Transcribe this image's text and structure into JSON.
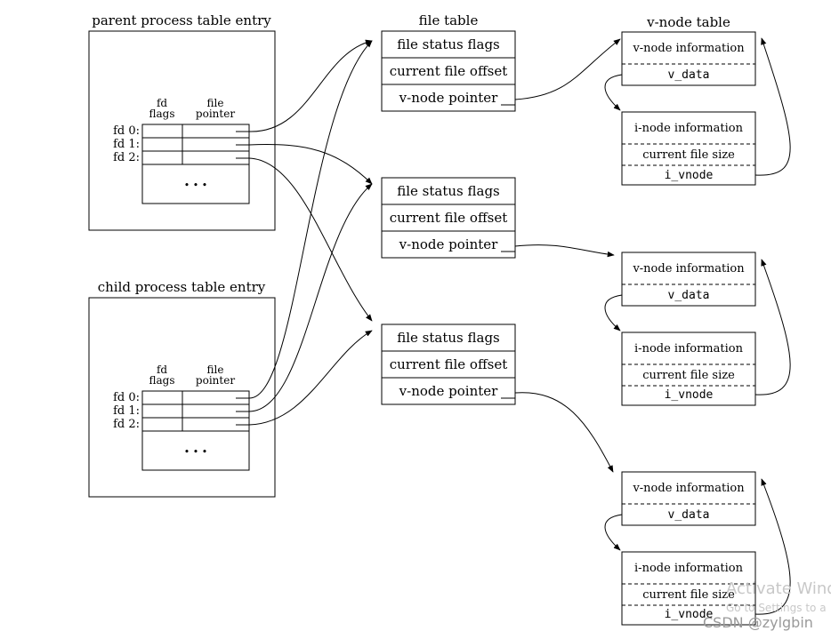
{
  "parent": {
    "title": "parent process table entry",
    "col_flags_1": "fd",
    "col_flags_2": "flags",
    "col_ptr_1": "file",
    "col_ptr_2": "pointer",
    "fd_labels": [
      "fd 0:",
      "fd 1:",
      "fd 2:"
    ],
    "ellipsis": "• • •"
  },
  "child": {
    "title": "child process table entry",
    "col_flags_1": "fd",
    "col_flags_2": "flags",
    "col_ptr_1": "file",
    "col_ptr_2": "pointer",
    "fd_labels": [
      "fd 0:",
      "fd 1:",
      "fd 2:"
    ],
    "ellipsis": "• • •"
  },
  "file_table": {
    "title": "file table",
    "entries": [
      {
        "status": "file status flags",
        "offset": "current file offset",
        "vnode_ptr": "v-node pointer"
      },
      {
        "status": "file status flags",
        "offset": "current file offset",
        "vnode_ptr": "v-node pointer"
      },
      {
        "status": "file status flags",
        "offset": "current file offset",
        "vnode_ptr": "v-node pointer"
      }
    ]
  },
  "vnode_table": {
    "title": "v-node table",
    "entries": [
      {
        "vinfo": "v-node information",
        "vdata": "v_data",
        "iinfo": "i-node information",
        "fsize": "current file size",
        "ivnode": "i_vnode"
      },
      {
        "vinfo": "v-node information",
        "vdata": "v_data",
        "iinfo": "i-node information",
        "fsize": "current file size",
        "ivnode": "i_vnode"
      },
      {
        "vinfo": "v-node information",
        "vdata": "v_data",
        "iinfo": "i-node information",
        "fsize": "current file size",
        "ivnode": "i_vnode"
      }
    ]
  },
  "watermark": {
    "activate": "Activate Wind",
    "settings": "Go to Settings to a",
    "csdn": "CSDN @zylgbin"
  }
}
